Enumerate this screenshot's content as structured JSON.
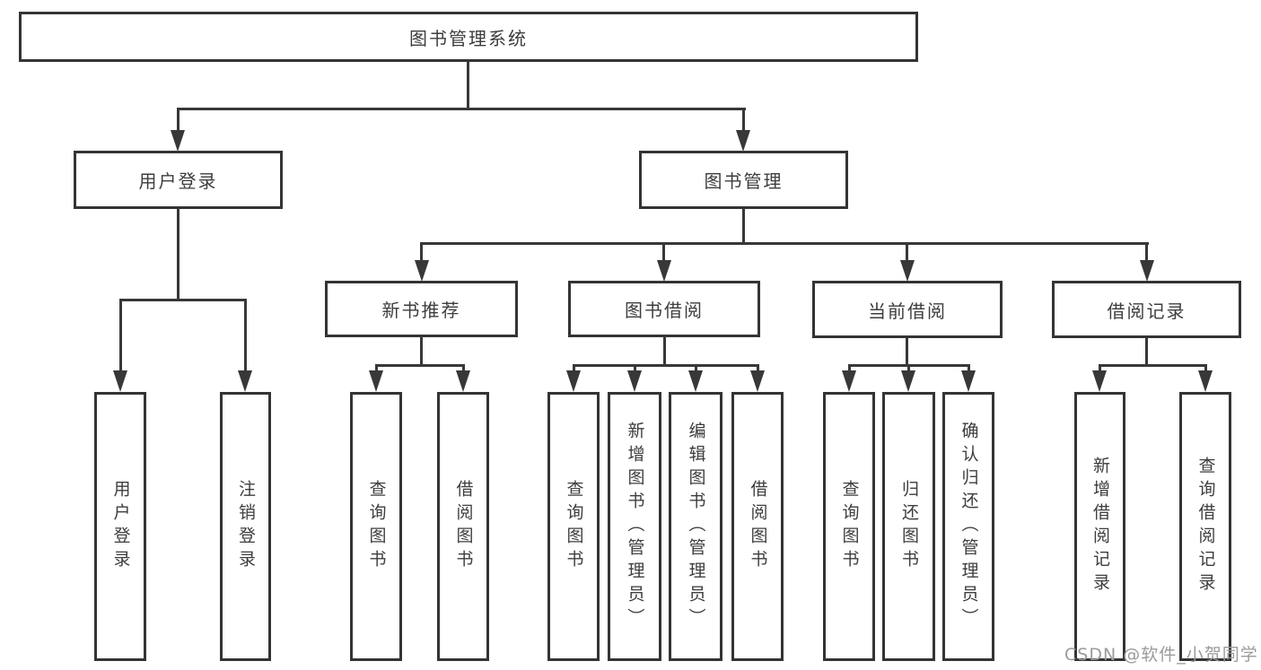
{
  "root": {
    "label": "图书管理系统"
  },
  "branches": [
    {
      "label": "用户登录",
      "children": [
        {
          "label": "用户登录"
        },
        {
          "label": "注销登录"
        }
      ]
    },
    {
      "label": "图书管理",
      "children": [
        {
          "label": "新书推荐",
          "children": [
            {
              "label": "查询图书"
            },
            {
              "label": "借阅图书"
            }
          ]
        },
        {
          "label": "图书借阅",
          "children": [
            {
              "label": "查询图书"
            },
            {
              "label": "新增图书（管理员）"
            },
            {
              "label": "编辑图书（管理员）"
            },
            {
              "label": "借阅图书"
            }
          ]
        },
        {
          "label": "当前借阅",
          "children": [
            {
              "label": "查询图书"
            },
            {
              "label": "归还图书"
            },
            {
              "label": "确认归还（管理员）"
            }
          ]
        },
        {
          "label": "借阅记录",
          "children": [
            {
              "label": "新增借阅记录"
            },
            {
              "label": "查询借阅记录"
            }
          ]
        }
      ]
    }
  ],
  "watermark": "CSDN @软件_小贺同学",
  "colors": {
    "line": "#383838",
    "text": "#3d3d3d",
    "watermark": "#9b9b9b"
  }
}
